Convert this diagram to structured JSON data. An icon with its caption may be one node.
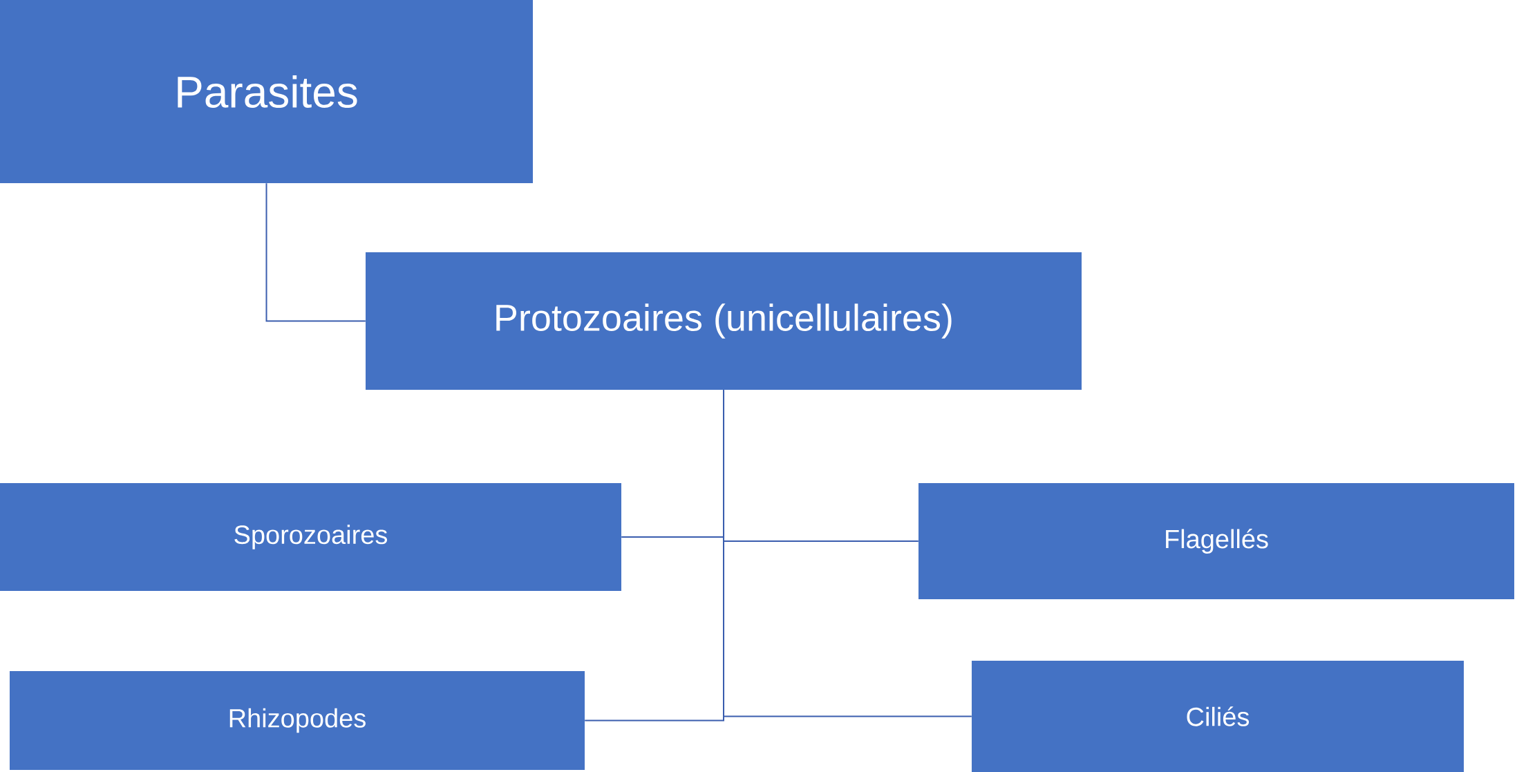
{
  "diagram": {
    "nodes": [
      {
        "text": [
          "Parasites"
        ]
      },
      {
        "text": [
          "Protozoaires (unicellulaires)"
        ]
      },
      {
        "text": [
          "Sporozoaires"
        ]
      },
      {
        "text": [
          "Flagellés"
        ]
      },
      {
        "text": [
          "Rhizopodes"
        ]
      },
      {
        "text": [
          "Ciliés"
        ]
      }
    ],
    "edges": [
      {
        "from": 0,
        "to": 1,
        "arrow": "none"
      },
      {
        "from": 1,
        "to": 2,
        "arrow": "none"
      },
      {
        "from": 1,
        "to": 3,
        "arrow": "none"
      },
      {
        "from": 1,
        "to": 4,
        "arrow": "none"
      },
      {
        "from": 1,
        "to": 5,
        "arrow": "none"
      }
    ]
  }
}
